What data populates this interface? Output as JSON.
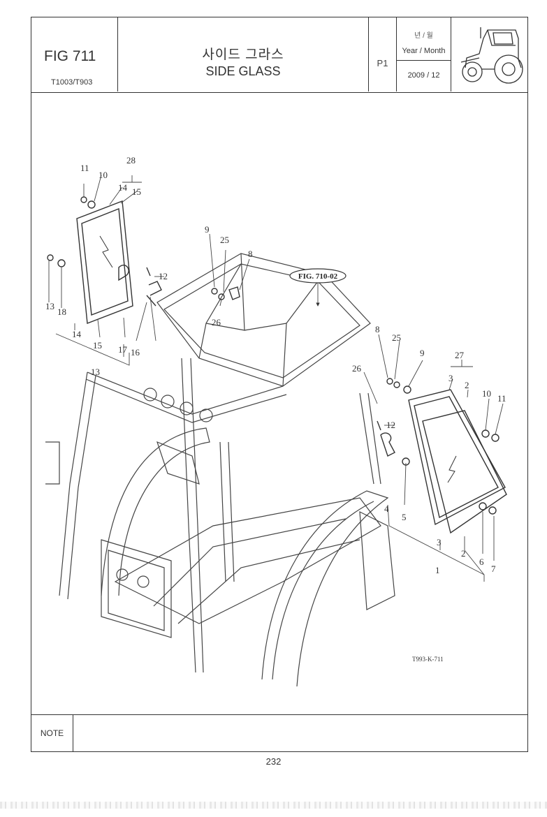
{
  "header": {
    "figure": "FIG 711",
    "model": "T1003/T903",
    "title_ko": "사이드 그라스",
    "title_en": "SIDE GLASS",
    "page_code": "P1",
    "year_month_ko": "년 / 월",
    "year_month_en": "Year / Month",
    "date": "2009 / 12",
    "thumbnail_icon": "tractor-icon"
  },
  "drawing": {
    "callouts": [
      "1",
      "2",
      "3",
      "4",
      "5",
      "6",
      "7",
      "8",
      "9",
      "10",
      "11",
      "12",
      "13",
      "14",
      "15",
      "16",
      "17",
      "18",
      "25",
      "26",
      "27",
      "28"
    ],
    "reference": "FIG. 710-02",
    "drawing_code": "T993-K-711"
  },
  "footer": {
    "note_label": "NOTE",
    "note_text": "",
    "page_number": "232"
  }
}
